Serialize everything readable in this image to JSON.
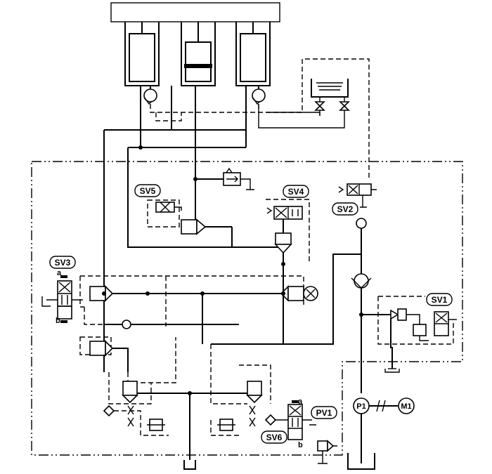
{
  "labels": {
    "sv1": "SV1",
    "sv2": "SV2",
    "sv3": "SV3",
    "sv4": "SV4",
    "sv5": "SV5",
    "sv6": "SV6",
    "pv1": "PV1",
    "p1": "P1",
    "m1": "M1",
    "port_a_sv3": "a",
    "port_b_sv3": "b",
    "port_a_sv6": "a",
    "port_b_sv6": "b"
  }
}
